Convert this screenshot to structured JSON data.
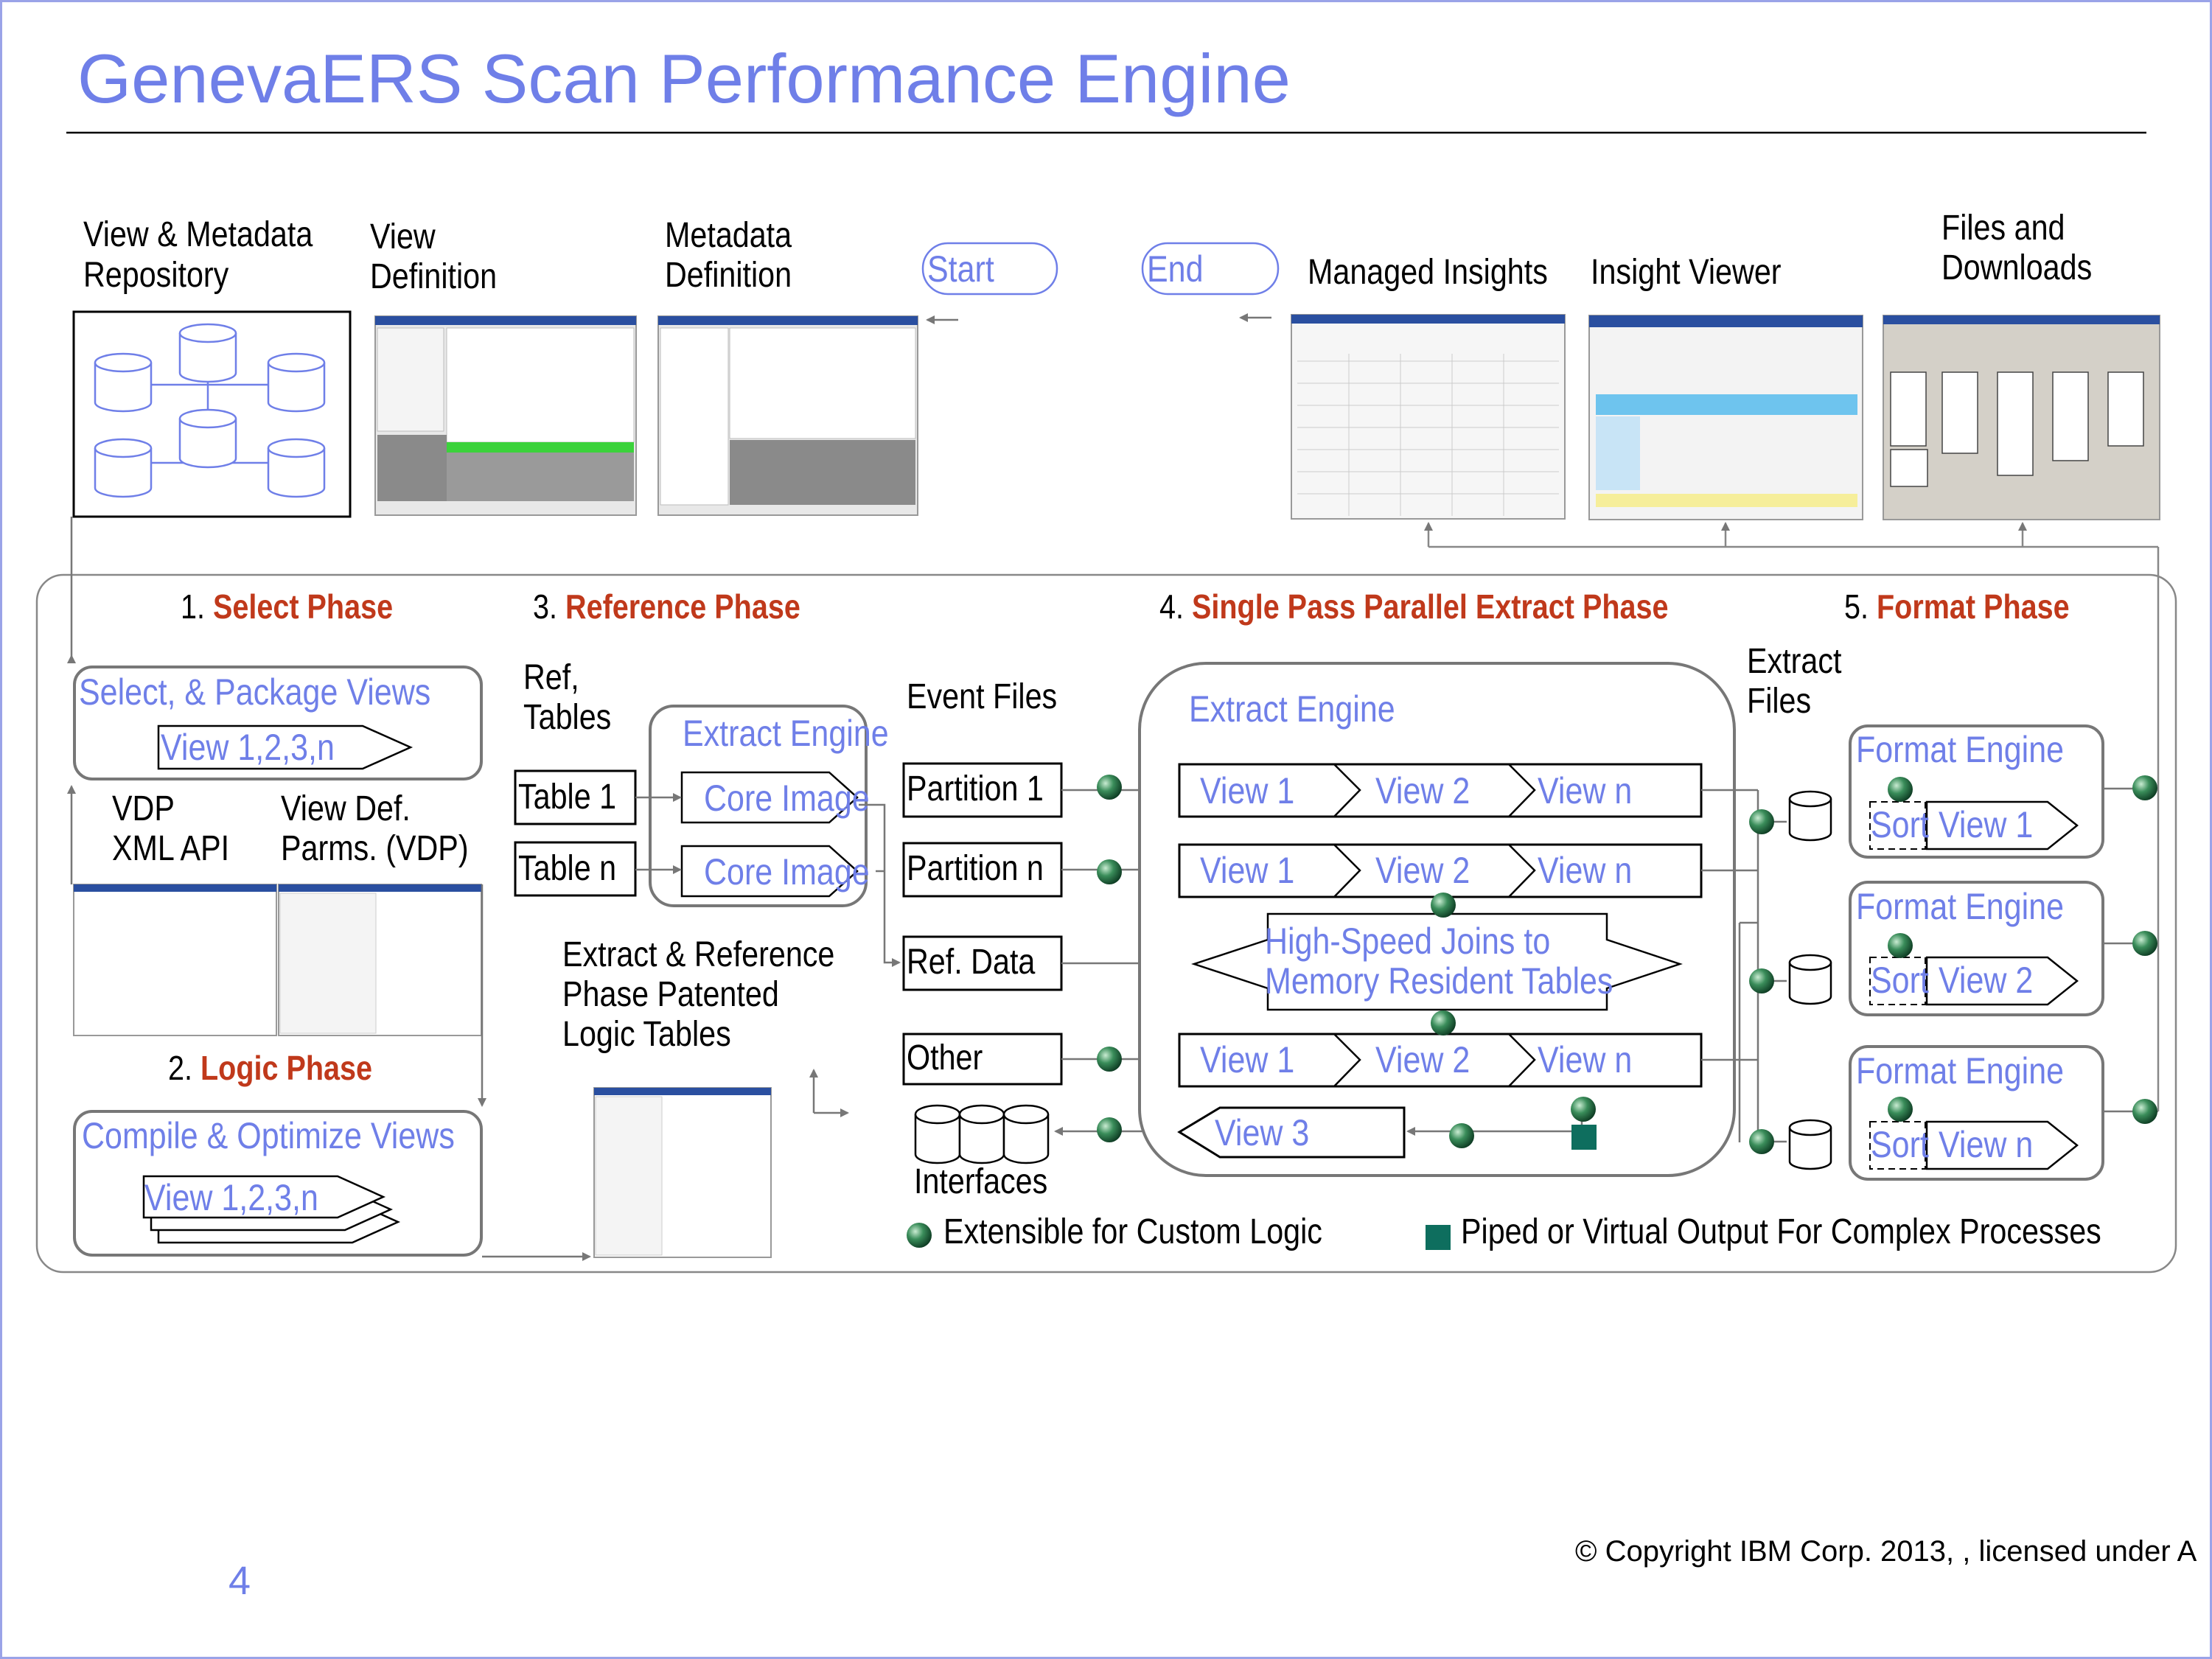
{
  "title": "GenevaERS Scan Performance Engine",
  "top": {
    "repo": [
      "View & Metadata",
      "Repository"
    ],
    "view_def": [
      "View",
      "Definition"
    ],
    "meta_def": [
      "Metadata",
      "Definition"
    ],
    "start": "Start",
    "end": "End",
    "managed_insights": "Managed Insights",
    "insight_viewer": "Insight Viewer",
    "files": [
      "Files and",
      "Downloads"
    ]
  },
  "phases": {
    "select": {
      "num": "1.",
      "name": "Select Phase"
    },
    "logic": {
      "num": "2.",
      "name": "Logic Phase"
    },
    "reference": {
      "num": "3.",
      "name": "Reference Phase"
    },
    "extract": {
      "num": "4.",
      "name": "Single Pass Parallel Extract Phase"
    },
    "format": {
      "num": "5.",
      "name": "Format Phase"
    }
  },
  "select": {
    "box_title": "Select, & Package Views",
    "views": "View 1,2,3,n",
    "vdp": [
      "VDP",
      "XML API"
    ],
    "viewdef": [
      "View Def.",
      "Parms. (VDP)"
    ]
  },
  "logic": {
    "box_title": "Compile & Optimize Views",
    "views": "View 1,2,3,n"
  },
  "reference": {
    "ref_tables": [
      "Ref,",
      "Tables"
    ],
    "table1": "Table 1",
    "tablen": "Table n",
    "engine": "Extract Engine",
    "core1": "Core Image",
    "core2": "Core Image",
    "patented": [
      "Extract & Reference",
      "Phase Patented",
      "Logic Tables"
    ]
  },
  "extract": {
    "event_files": "Event Files",
    "partition1": "Partition 1",
    "partitionn": "Partition n",
    "ref_data": "Ref. Data",
    "other": "Other",
    "interfaces": "Interfaces",
    "engine": "Extract Engine",
    "view1": "View 1",
    "view2": "View 2",
    "viewn": "View n",
    "view3": "View 3",
    "joins": [
      "High-Speed Joins to",
      "Memory Resident Tables"
    ],
    "extract_files": [
      "Extract",
      "Files"
    ]
  },
  "format": {
    "engine": "Format Engine",
    "sort": "Sort",
    "view1": "View 1",
    "view2": "View 2",
    "viewn": "View n"
  },
  "legend": {
    "extensible": "Extensible for Custom Logic",
    "piped": "Piped or Virtual Output For Complex Processes"
  },
  "footer": {
    "page_number": "4",
    "copyright": "© Copyright IBM Corp. 2013, , licensed under A"
  },
  "colors": {
    "title_blue": "#6f7fe8",
    "phase_orange": "#c0391b",
    "node_green": "#2e7d4f",
    "piped_teal": "#0e6e5e"
  }
}
